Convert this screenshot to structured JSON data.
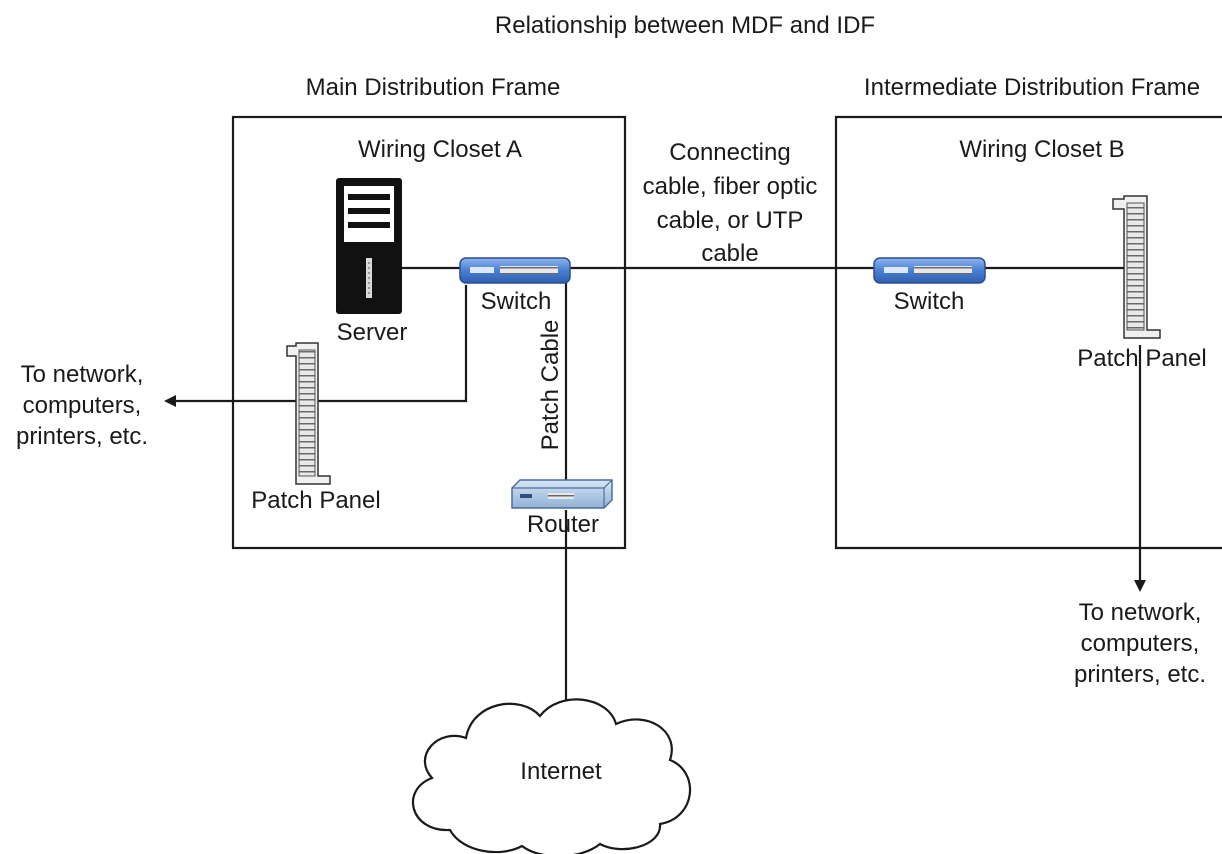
{
  "diagram": {
    "title": "Relationship between MDF and IDF",
    "mdf": {
      "frame_label": "Main Distribution Frame",
      "closet_label": "Wiring Closet A",
      "server_label": "Server",
      "switch_label": "Switch",
      "patch_panel_label": "Patch Panel",
      "router_label": "Router",
      "patch_cable_label": "Patch Cable"
    },
    "idf": {
      "frame_label": "Intermediate Distribution Frame",
      "closet_label": "Wiring Closet B",
      "switch_label": "Switch",
      "patch_panel_label": "Patch Panel"
    },
    "connecting_cable_lines": [
      "Connecting",
      "cable, fiber optic",
      "cable, or UTP",
      "cable"
    ],
    "left_endpoint_lines": [
      "To network,",
      "computers,",
      "printers, etc."
    ],
    "right_endpoint_lines": [
      "To network,",
      "computers,",
      "printers, etc."
    ],
    "cloud_label": "Internet"
  },
  "colors": {
    "line": "#1a1a1a",
    "switch_blue": "#4a7fd4",
    "router_blue": "#a9c6e6",
    "server_black": "#111111",
    "panel_gray": "#9a9a9a"
  }
}
